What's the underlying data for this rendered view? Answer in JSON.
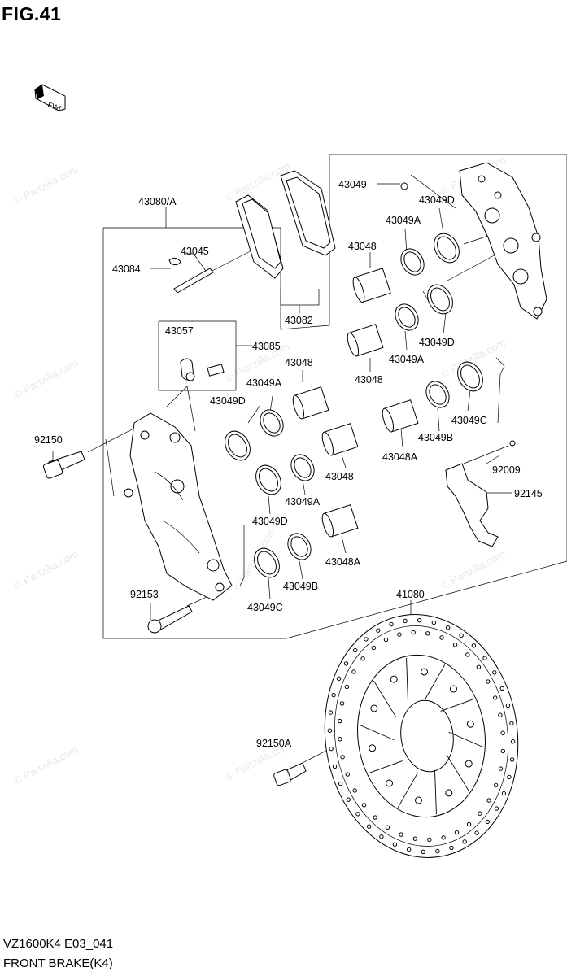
{
  "figure": {
    "title": "FIG.41"
  },
  "footer": {
    "model_code": "VZ1600K4 E03_041",
    "caption": "FRONT BRAKE(K4)"
  },
  "direction_icon": {
    "name": "forward-arrow-icon",
    "text": "FWD"
  },
  "watermark": {
    "text": "© Partzilla.com"
  },
  "parts": {
    "p43080A": "43080/A",
    "p43045": "43045",
    "p43084": "43084",
    "p43082": "43082",
    "p43049_top": "43049",
    "p43049D_top": "43049D",
    "p43049A_top": "43049A",
    "p43048_top": "43048",
    "p43049D_mid": "43049D",
    "p43049A_mid": "43049A",
    "p43048_mid": "43048",
    "p43057": "43057",
    "p43085": "43085",
    "p43048_left": "43048",
    "p43049A_left": "43049A",
    "p43049D_left": "43049D",
    "p43049C_right": "43049C",
    "p43049B_right": "43049B",
    "p43048A_right": "43048A",
    "p92150": "92150",
    "p43048_low": "43048",
    "p43049A_low": "43049A",
    "p43049D_low": "43049D",
    "p92009": "92009",
    "p92145": "92145",
    "p43048A_low": "43048A",
    "p43049B_low": "43049B",
    "p43049C_low": "43049C",
    "p92153": "92153",
    "p41080": "41080",
    "p92150A": "92150A"
  }
}
